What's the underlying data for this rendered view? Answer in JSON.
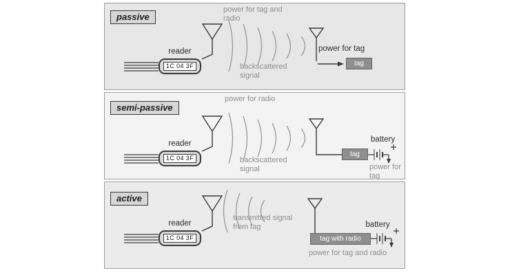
{
  "colors": {
    "panel_bg_top": "#e7e7e7",
    "panel_bg_mid": "#f3f3f3",
    "panel_bg_bottom": "#ebebeb",
    "panel_border": "#9b9b9b",
    "label_box_bg": "#d6d6d6",
    "tag_bg": "#8f8f8f",
    "annotation": "#8d8d8d",
    "line": "#3a3a3a",
    "wave": "#979797"
  },
  "panels": [
    {
      "type_label": "passive",
      "wave_label": "power for tag and radio",
      "reader_label": "reader",
      "reader_display": "1C 04 3F",
      "signal_label": "backscattered signal",
      "power_label": "power for tag",
      "tag_label": "tag"
    },
    {
      "type_label": "semi-passive",
      "wave_label": "power for radio",
      "reader_label": "reader",
      "reader_display": "1C 04 3F",
      "signal_label": "backscattered signal",
      "battery_label": "battery",
      "tag_label": "tag",
      "power_label": "power for tag"
    },
    {
      "type_label": "active",
      "wave_label": "transmitted signal from tag",
      "reader_label": "reader",
      "reader_display": "1C 04 3F",
      "battery_label": "battery",
      "tag_label": "tag with radio",
      "power_label": "power for tag and radio"
    }
  ]
}
